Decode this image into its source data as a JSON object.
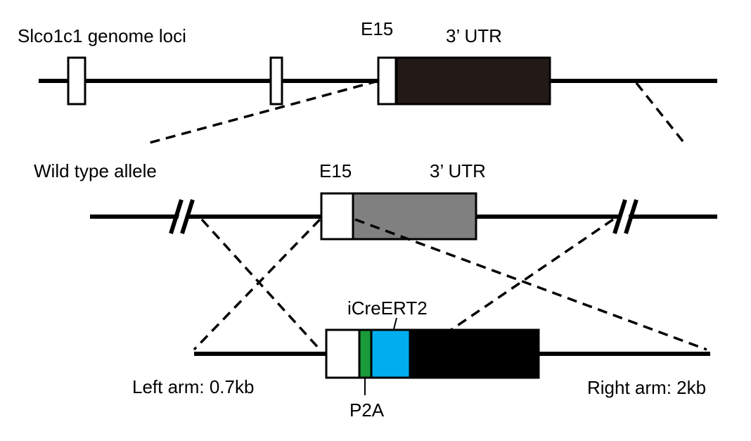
{
  "labels": {
    "genome_title": "Slco1c1 genome loci",
    "genome_e15": "E15",
    "genome_utr": "3’ UTR",
    "wt_title": "Wild type allele",
    "wt_e15": "E15",
    "wt_utr": "3’ UTR",
    "icre": "iCreERT2",
    "p2a": "P2A",
    "left_arm": "Left arm: 0.7kb",
    "right_arm": "Right arm: 2kb"
  },
  "colors": {
    "exon": "#ffffff",
    "genome_utr": "#231916",
    "wt_utr": "#808080",
    "p2a": "#1a9a3a",
    "icre": "#00aeef",
    "target_utr": "#000000"
  }
}
